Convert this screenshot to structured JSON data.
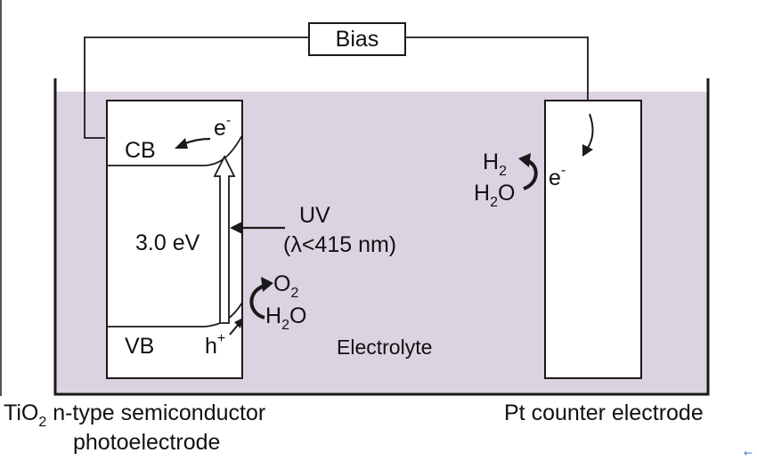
{
  "bias": "Bias",
  "photoelectrode": {
    "cb": "CB",
    "vb": "VB",
    "electron": "e",
    "electron_sup": "-",
    "hole": "h",
    "hole_sup": "+",
    "band_gap": "3.0 eV",
    "o2": "O",
    "o2_sub": "2",
    "h2o": "H",
    "h2o_sub": "2",
    "h2o_tail": "O"
  },
  "light": {
    "line1": "UV",
    "line2": "(λ<415 nm)"
  },
  "counter": {
    "h2": "H",
    "h2_sub": "2",
    "h2o": "H",
    "h2o_sub": "2",
    "h2o_tail": "O",
    "electron": "e",
    "electron_sup": "-"
  },
  "electrolyte": "Electrolyte",
  "captions": {
    "left_prefix": "TiO",
    "left_sub": "2",
    "left_line1_rest": " n-type semiconductor",
    "left_line2": "photoelectrode",
    "right": "Pt counter electrode"
  },
  "colors": {
    "electrolyte": "#dcd3e2",
    "line": "#1a1a1a"
  }
}
